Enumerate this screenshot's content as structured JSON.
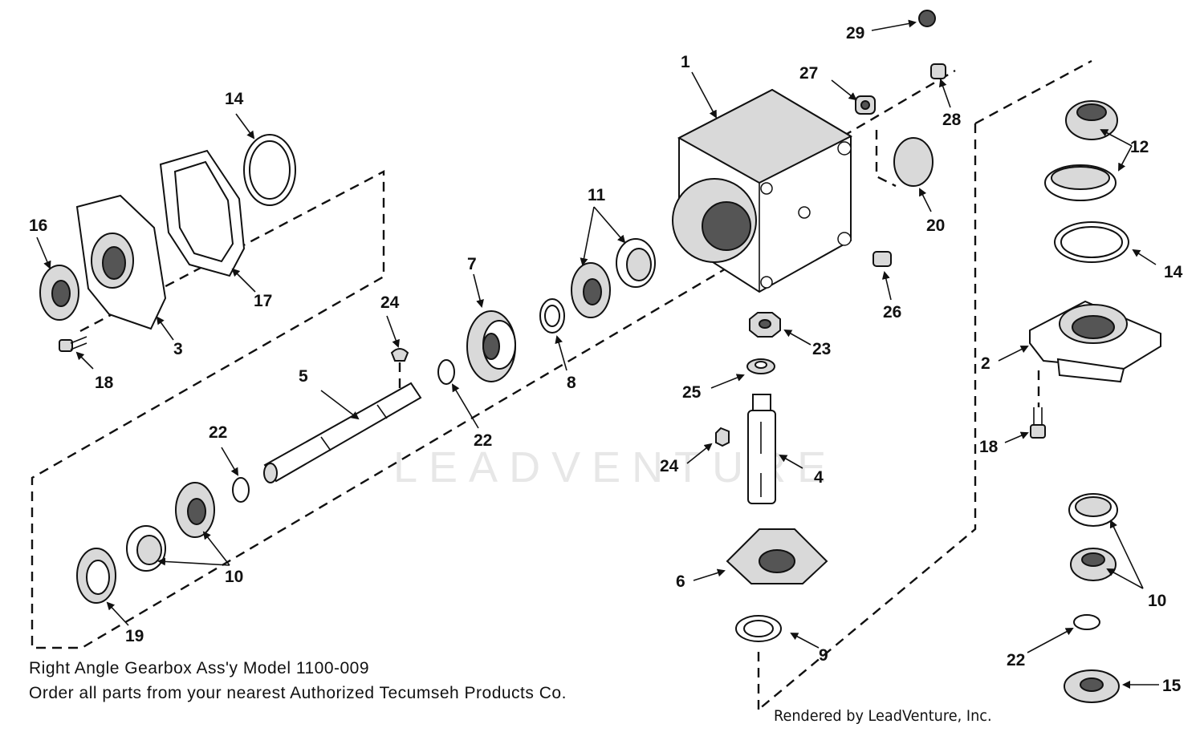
{
  "caption": {
    "title": "Right Angle Gearbox Ass'y Model 1100-009",
    "order_note": "Order all parts from your nearest Authorized Tecumseh Products Co."
  },
  "credit": "Rendered by LeadVenture, Inc.",
  "watermark": "LEADVENTURE",
  "callouts": {
    "c1": "1",
    "c2": "2",
    "c3": "3",
    "c4": "4",
    "c5": "5",
    "c6": "6",
    "c7": "7",
    "c8": "8",
    "c9": "9",
    "c10a": "10",
    "c10b": "10",
    "c11": "11",
    "c12": "12",
    "c14a": "14",
    "c14b": "14",
    "c15": "15",
    "c16": "16",
    "c17": "17",
    "c18a": "18",
    "c18b": "18",
    "c19": "19",
    "c20": "20",
    "c22a": "22",
    "c22b": "22",
    "c22c": "22",
    "c23": "23",
    "c24a": "24",
    "c24b": "24",
    "c25": "25",
    "c26": "26",
    "c27": "27",
    "c28": "28",
    "c29": "29"
  }
}
